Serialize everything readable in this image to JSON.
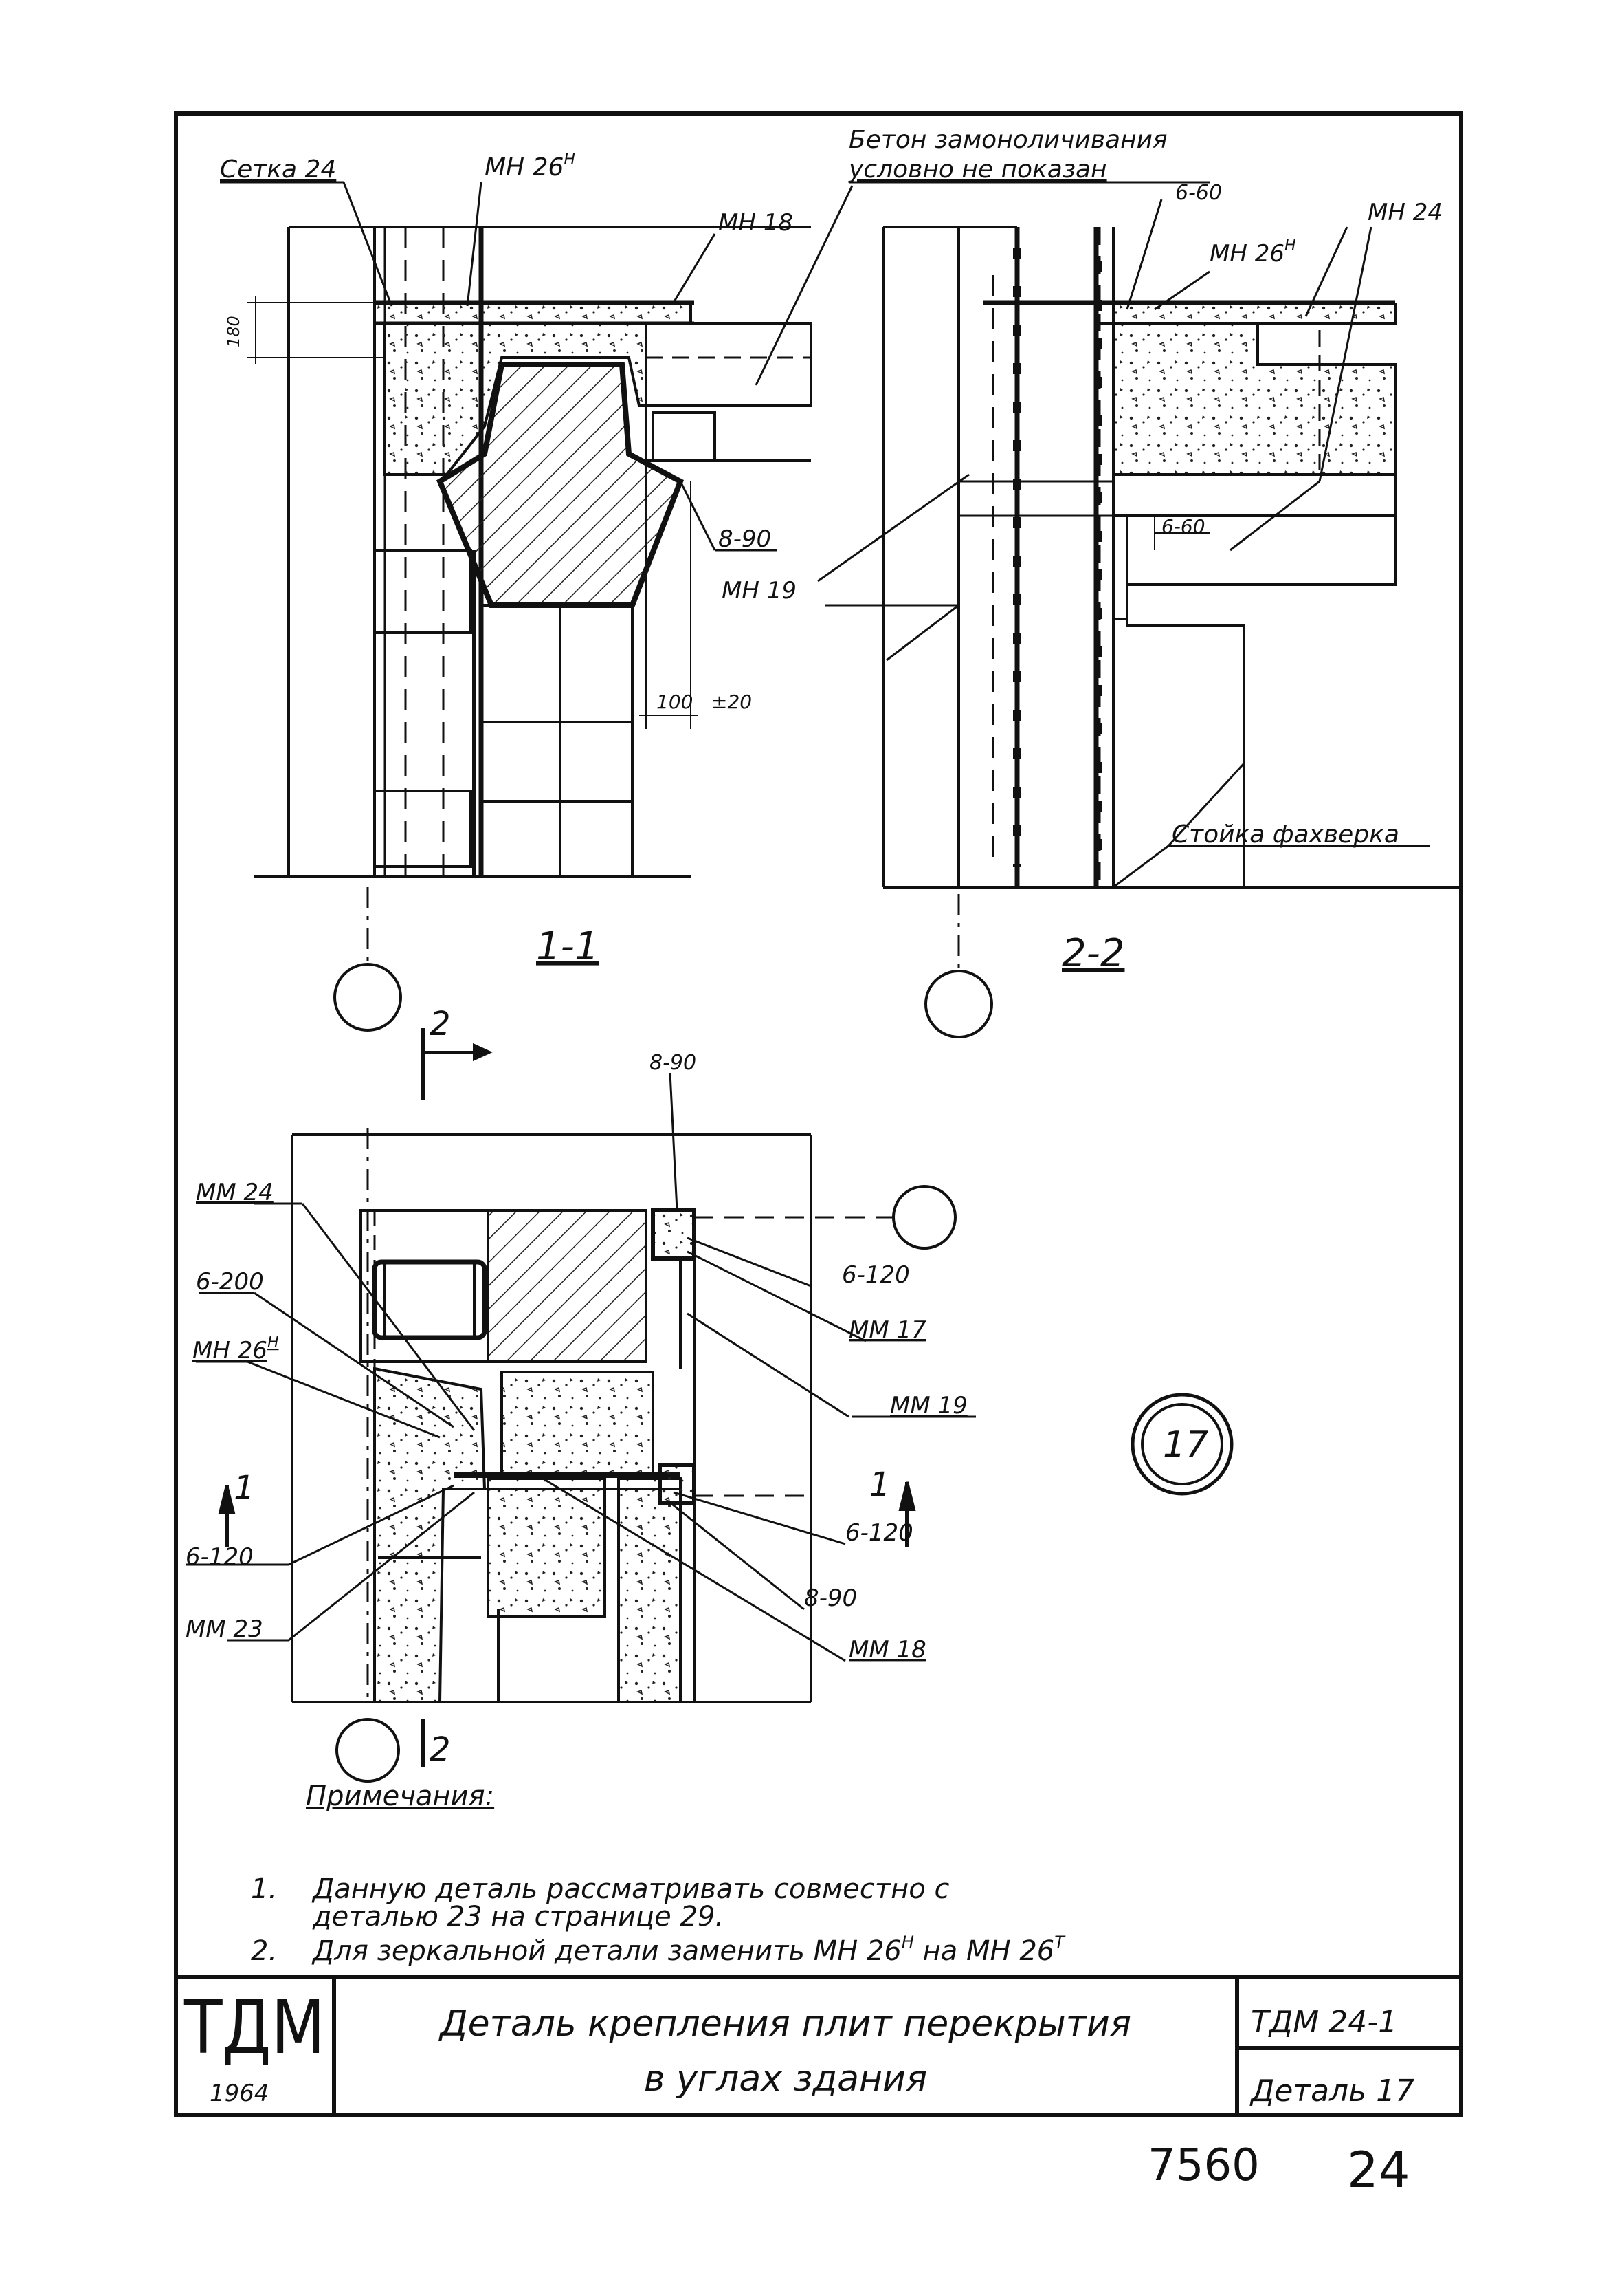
{
  "labels": {
    "concrete_note_1": "Бетон замоноличивания",
    "concrete_note_2": "условно не показан",
    "setka_24": "Сетка 24",
    "mn26n_top": "МН 26",
    "mn26n_top_sup": "Н",
    "mn18_top": "МН 18",
    "dim_180": "180",
    "b90_left": "8-90",
    "mn19_left": "МН 19",
    "dim_100": "100",
    "dim_pm20": "±20",
    "b60_top": "6-60",
    "mn26n_right": "МН 26",
    "mn26n_right_sup": "Н",
    "mn24_right": "МН 24",
    "b60_mid": "6-60",
    "stoyka": "Стойка фахверка",
    "section_1": "1-1",
    "section_2": "2-2",
    "cut2_top": "2",
    "b90_plan": "8-90",
    "mm24_plan": "ММ 24",
    "b200_plan": "6-200",
    "mn26n_plan": "МН 26",
    "mn26n_plan_sup": "Н",
    "b120_plan_r1": "6-120",
    "mm17_plan": "ММ 17",
    "mm19_plan": "ММ 19",
    "cut1_left": "1",
    "cut1_right": "1",
    "b120_plan_l": "6-120",
    "mm23_plan": "ММ 23",
    "b120_plan_r2": "6-120",
    "b90_plan_r": "8-90",
    "mm18_plan": "ММ 18",
    "cut2_bottom": "2",
    "detail_no": "17"
  },
  "notes": {
    "heading": "Примечания:",
    "n1_num": "1.",
    "n1_line1": "Данную деталь рассматривать совместно с",
    "n1_line2": "деталью 23 на странице 29.",
    "n2_num": "2.",
    "n2_line1": "Для зеркальной детали заменить МН 26",
    "n2_sup1": "Н",
    "n2_mid": " на МН 26",
    "n2_sup2": "Т"
  },
  "stamp": {
    "logo": "ТДМ",
    "year": "1964",
    "title_line1": "Деталь крепления плит перекрытия",
    "title_line2": "в углах здания",
    "code": "ТДМ 24-1",
    "detail": "Деталь 17"
  },
  "page_numbers": {
    "left": "7560",
    "right": "24"
  }
}
